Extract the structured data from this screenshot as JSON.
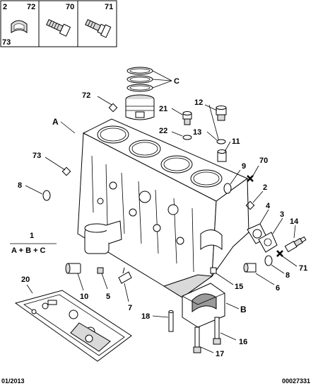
{
  "header_boxes": [
    {
      "num_left": "2",
      "num_right": "72",
      "num_bottom": "73"
    },
    {
      "num_right": "70"
    },
    {
      "num_right": "71"
    }
  ],
  "callouts": {
    "A": "A",
    "B": "B",
    "C": "C",
    "n1": "1",
    "n2": "2",
    "n3": "3",
    "n4": "4",
    "n5": "5",
    "n6": "6",
    "n7": "7",
    "n8a": "8",
    "n8b": "8",
    "n9": "9",
    "n10": "10",
    "n11": "11",
    "n12": "12",
    "n13": "13",
    "n14": "14",
    "n15": "15",
    "n16": "16",
    "n17": "17",
    "n18": "18",
    "n20": "20",
    "n21": "21",
    "n22": "22",
    "n70": "70",
    "n71": "71",
    "n72": "72",
    "n73": "73"
  },
  "formula": "A + B + C",
  "footer": {
    "date": "01/2013",
    "ref": "00027331"
  }
}
